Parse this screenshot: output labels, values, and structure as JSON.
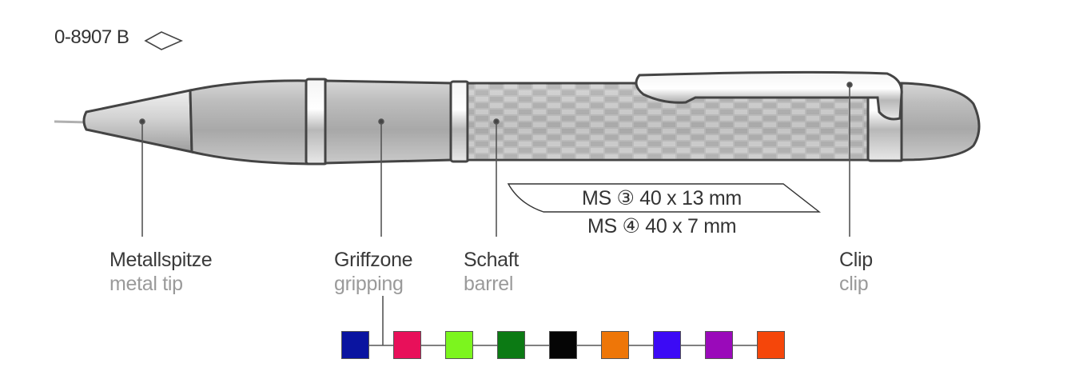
{
  "product": {
    "code": "0-8907 B",
    "shape_icon": "diamond-outline-icon"
  },
  "parts": [
    {
      "id": "tip",
      "label_de": "Metallspitze",
      "label_en": "metal tip"
    },
    {
      "id": "grip",
      "label_de": "Griffzone",
      "label_en": "gripping"
    },
    {
      "id": "barrel",
      "label_de": "Schaft",
      "label_en": "barrel"
    },
    {
      "id": "clip",
      "label_de": "Clip",
      "label_en": "clip"
    }
  ],
  "print_area": {
    "line1": "MS ③ 40 x 13 mm",
    "line2": "MS ④ 40 x 7 mm"
  },
  "colors": [
    "#0a14a0",
    "#e8105a",
    "#7cf51e",
    "#0c7a14",
    "#050505",
    "#ee7608",
    "#3c0af5",
    "#9a0aba",
    "#f5460a"
  ]
}
